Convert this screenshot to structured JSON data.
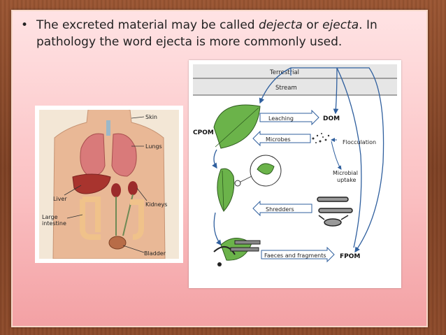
{
  "slide": {
    "bullet_symbol": "•",
    "line1_part1": "The excreted material may be called ",
    "line1_em1": "dejecta",
    "line1_part2": " or ",
    "line1_em2": "ejecta",
    "line1_part3": ". In",
    "line2": "pathology the word ejecta is more commonly used."
  },
  "anatomy_figure": {
    "labels": {
      "skin": "Skin",
      "lungs": "Lungs",
      "liver": "Liver",
      "kidneys": "Kidneys",
      "large_intestine_1": "Large",
      "large_intestine_2": "intestine",
      "bladder": "Bladder"
    }
  },
  "stream_diagram": {
    "labels": {
      "terrestrial": "Terrestrial",
      "stream": "Stream",
      "leaching": "Leaching",
      "dom": "DOM",
      "cpom": "CPOM",
      "microbes": "Microbes",
      "flocculation": "Flocculation",
      "microbial": "Microbial",
      "uptake": "uptake",
      "shredders": "Shredders",
      "faeces": "Faeces and fragments",
      "fpom": "FPOM"
    }
  }
}
